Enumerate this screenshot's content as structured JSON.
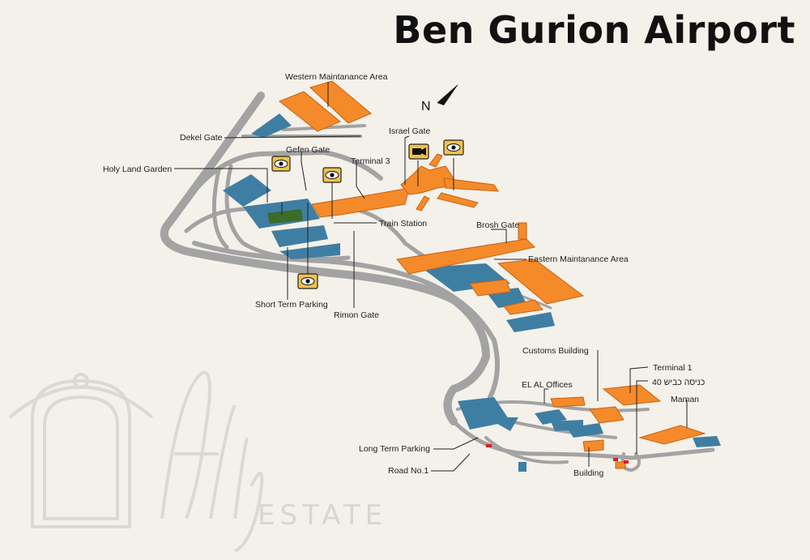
{
  "title": "Ben Gurion Airport",
  "north_label": "N",
  "labels": {
    "western_maintenance": "Western Maintanance Area",
    "dekel_gate": "Dekel Gate",
    "israel_gate": "Israel Gate",
    "gefen_gate": "Gefen Gate",
    "terminal_3": "Terminal 3",
    "holy_land_garden": "Holy Land Garden",
    "train_station": "Train Station",
    "brosh_gate": "Brosh Gate",
    "eastern_maintenance": "Eastern Maintanance Area",
    "short_term_parking": "Short Term Parking",
    "rimon_gate": "Rimon Gate",
    "customs_building": "Customs Building",
    "terminal_1": "Terminal 1",
    "el_al_offices": "EL AL Offices",
    "entrance_road_40": "כניסה כביש 40",
    "maman": "Maman",
    "long_term_parking": "Long Term Parking",
    "road_no_1": "Road No.1",
    "building": "Building"
  },
  "watermark": {
    "text": "ESTATE"
  },
  "icons": [
    "eye-icon",
    "camera-icon"
  ],
  "colors": {
    "building": "#f58a2a",
    "building_dark": "#c86212",
    "parking": "#3f7ea3",
    "road": "#a3a3a3",
    "background": "#f4f1ea"
  }
}
